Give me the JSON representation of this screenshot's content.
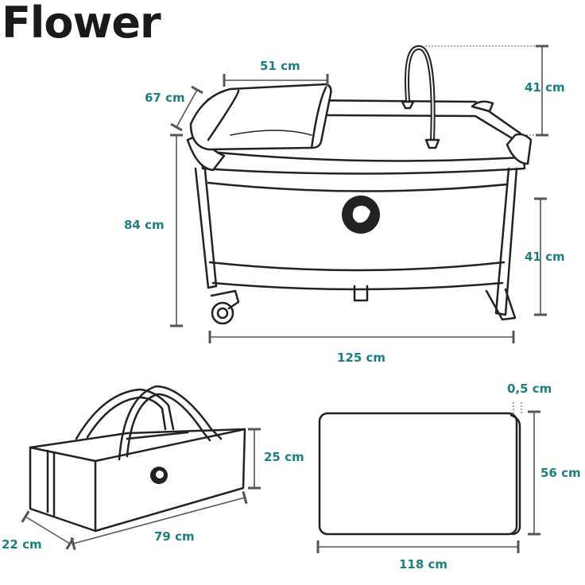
{
  "title": "Flower",
  "colors": {
    "outline": "#222222",
    "dimension": "#1d7f80",
    "dimension_line": "#555555"
  },
  "dimensions": {
    "changer_width": "51 cm",
    "changer_depth": "67 cm",
    "arch_height": "41 cm",
    "total_height": "84 cm",
    "bed_depth": "41 cm",
    "total_length": "125 cm",
    "mattress_thickness": "0,5 cm",
    "bag_height": "25 cm",
    "mattress_width": "56 cm",
    "bag_depth": "22 cm",
    "bag_length": "79 cm",
    "mattress_length": "118 cm"
  }
}
